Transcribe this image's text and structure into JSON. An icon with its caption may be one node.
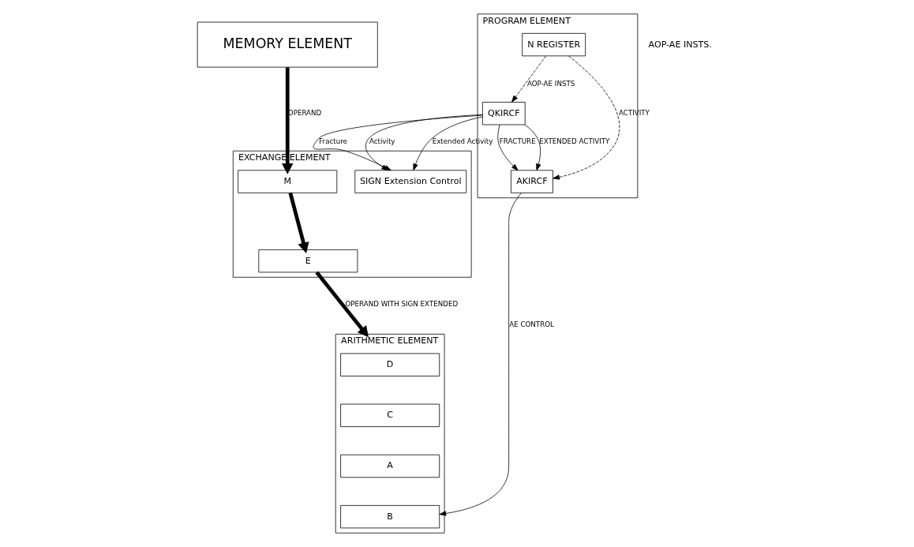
{
  "diagram": {
    "nodes": [
      {
        "text": [
          "MEMORY ELEMENT"
        ]
      },
      {
        "text": [
          "ARITHMETIC ELEMENT"
        ]
      },
      {
        "text": [
          "D"
        ],
        "in": 1
      },
      {
        "text": [
          "C"
        ],
        "in": 1
      },
      {
        "text": [
          "A"
        ],
        "in": 1
      },
      {
        "text": [
          "B"
        ],
        "in": 1
      },
      {
        "text": [
          "EXCHANGE ELEMENT"
        ]
      },
      {
        "text": [
          "M"
        ],
        "in": 6
      },
      {
        "text": [
          "E"
        ],
        "in": 6
      },
      {
        "text": [
          "SIGN Extension Control"
        ],
        "in": 6
      },
      {
        "text": [
          "PROGRAM ELEMENT"
        ]
      },
      {
        "text": [
          "N REGISTER"
        ],
        "in": 10
      },
      {
        "text": [
          "QKIRCF"
        ],
        "in": 10
      },
      {
        "text": [
          "AKIRCF"
        ],
        "in": 10
      }
    ],
    "edges": [
      {
        "from": 0,
        "to": 7,
        "arrow": "to",
        "label": "OPERAND",
        "style": "thick"
      },
      {
        "from": 7,
        "to": 8,
        "arrow": "to",
        "style": "thick"
      },
      {
        "from": 8,
        "to": 1,
        "arrow": "to",
        "label": "OPERAND WITH SIGN EXTENDED",
        "style": "thick"
      },
      {
        "from": 12,
        "to": 9,
        "arrow": "to",
        "label": "Fracture"
      },
      {
        "from": 12,
        "to": 9,
        "arrow": "to",
        "label": "Activity"
      },
      {
        "from": 12,
        "to": 9,
        "arrow": "to",
        "label": "Extended Activity"
      },
      {
        "from": 11,
        "to": 12,
        "arrow": "to",
        "label": "AOP-AE INSTS",
        "style": "dashed"
      },
      {
        "from": 11,
        "to": 13,
        "arrow": "to",
        "label": "ACTIVITY",
        "style": "dashed"
      },
      {
        "from": 12,
        "to": 13,
        "arrow": "to",
        "label": "FRACTURE"
      },
      {
        "from": 12,
        "to": 13,
        "arrow": "to",
        "label": "EXTENDED ACTIVITY"
      },
      {
        "from": 13,
        "to": 5,
        "arrow": "to",
        "label": "AE CONTROL"
      }
    ],
    "labels": [
      "AOP-AE INSTS."
    ]
  }
}
